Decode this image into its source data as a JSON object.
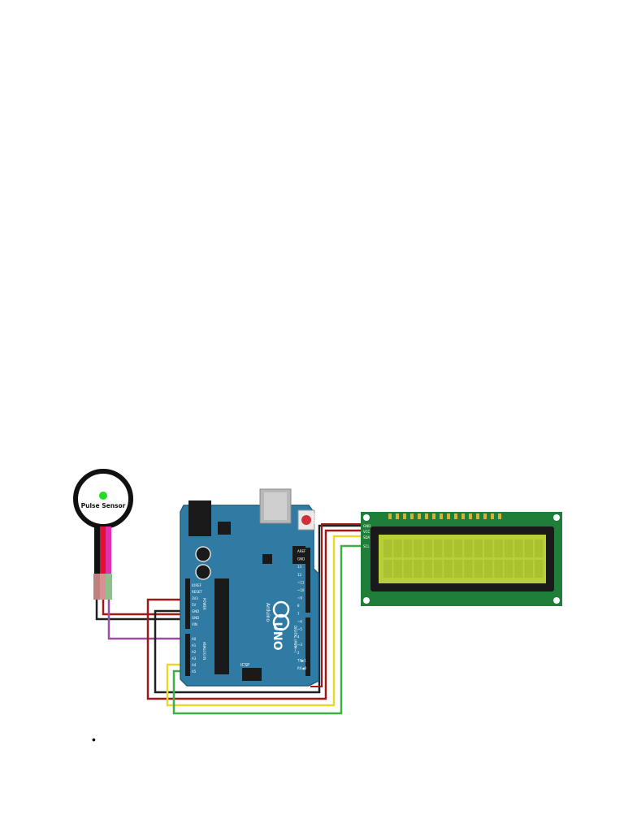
{
  "sensor": {
    "label": "Pulse Sensor"
  },
  "arduino": {
    "brand": "Arduino",
    "model": "UNO",
    "icsp_label": "ICSP",
    "reset_label": "RESET",
    "power_header_labels": [
      "IOREF",
      "RESET",
      "3V3",
      "5V",
      "GND",
      "GND",
      "VIN"
    ],
    "analog_header_labels": [
      "A0",
      "A1",
      "A2",
      "A3",
      "A4",
      "A5"
    ],
    "digital_header_labels": [
      "AREF",
      "GND",
      "13",
      "12",
      "~11",
      "~10",
      "~9",
      "8",
      "7",
      "~6",
      "~5",
      "4",
      "~3",
      "2",
      "TX▶1",
      "RX◀0"
    ],
    "power_section_label": "POWER",
    "analog_section_label": "ANALOG IN",
    "digital_section_label": "DIGITAL (PWM~)"
  },
  "lcd": {
    "i2c_pin_labels": [
      "GND",
      "VCC",
      "SDA",
      "SCL"
    ]
  },
  "colors": {
    "wire_red": "#a01818",
    "wire_black": "#202020",
    "wire_purple": "#9b4fa0",
    "wire_yellow": "#e8d82a",
    "wire_green": "#3cb043",
    "board_blue": "#2f7ba3",
    "lcd_pcb": "#1f7f3a",
    "lcd_screen": "#b8cf3a"
  },
  "footer": {
    "bullet": "•"
  }
}
